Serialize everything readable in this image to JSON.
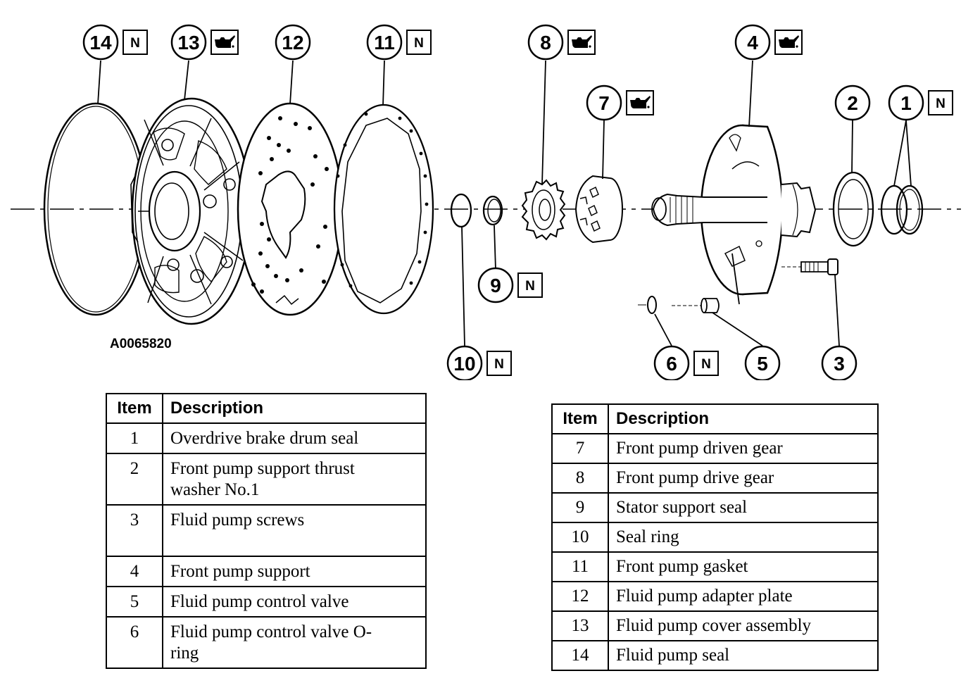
{
  "figure_id": "A0065820",
  "callouts": [
    {
      "num": "14",
      "n_box": true
    },
    {
      "num": "13",
      "oil_can": true
    },
    {
      "num": "12"
    },
    {
      "num": "11",
      "n_box": true
    },
    {
      "num": "8",
      "oil_can": true
    },
    {
      "num": "7",
      "oil_can": true
    },
    {
      "num": "4",
      "oil_can": true
    },
    {
      "num": "2"
    },
    {
      "num": "1",
      "n_box": true
    },
    {
      "num": "9",
      "n_box": true
    },
    {
      "num": "10",
      "n_box": true
    },
    {
      "num": "6",
      "n_box": true
    },
    {
      "num": "5"
    },
    {
      "num": "3"
    }
  ],
  "n_label": "N",
  "icons": {
    "oil_can": "oil-can-icon"
  },
  "table_left": {
    "headers": [
      "Item",
      "Description"
    ],
    "rows": [
      [
        "1",
        "Overdrive brake drum seal"
      ],
      [
        "2",
        "Front pump support thrust washer No.1"
      ],
      [
        "3",
        "Fluid pump screws"
      ],
      [
        "4",
        "Front pump support"
      ],
      [
        "5",
        "Fluid pump control valve"
      ],
      [
        "6",
        "Fluid pump control valve O-ring"
      ]
    ]
  },
  "table_right": {
    "headers": [
      "Item",
      "Description"
    ],
    "rows": [
      [
        "7",
        "Front pump driven gear"
      ],
      [
        "8",
        "Front pump drive gear"
      ],
      [
        "9",
        "Stator support seal"
      ],
      [
        "10",
        "Seal ring"
      ],
      [
        "11",
        "Front pump gasket"
      ],
      [
        "12",
        "Fluid pump adapter plate"
      ],
      [
        "13",
        "Fluid pump cover assembly"
      ],
      [
        "14",
        "Fluid pump seal"
      ]
    ]
  }
}
